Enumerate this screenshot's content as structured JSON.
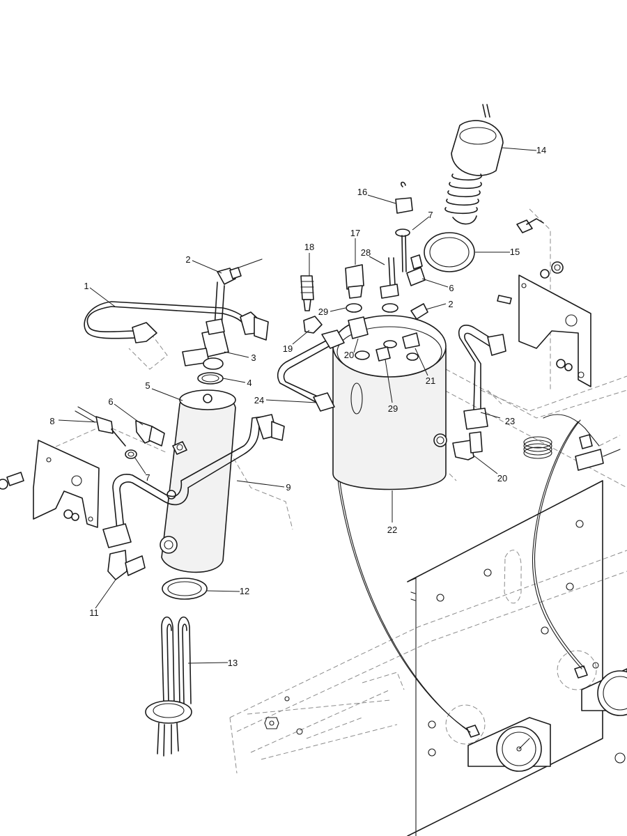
{
  "callouts": [
    {
      "id": "c1",
      "text": "1"
    },
    {
      "id": "c2a",
      "text": "2"
    },
    {
      "id": "c2b",
      "text": "2"
    },
    {
      "id": "c3",
      "text": "3"
    },
    {
      "id": "c4",
      "text": "4"
    },
    {
      "id": "c5",
      "text": "5"
    },
    {
      "id": "c6a",
      "text": "6"
    },
    {
      "id": "c6b",
      "text": "6"
    },
    {
      "id": "c7a",
      "text": "7"
    },
    {
      "id": "c7b",
      "text": "7"
    },
    {
      "id": "c8",
      "text": "8"
    },
    {
      "id": "c9",
      "text": "9"
    },
    {
      "id": "c11",
      "text": "11"
    },
    {
      "id": "c12",
      "text": "12"
    },
    {
      "id": "c13",
      "text": "13"
    },
    {
      "id": "c14",
      "text": "14"
    },
    {
      "id": "c15",
      "text": "15"
    },
    {
      "id": "c16",
      "text": "16"
    },
    {
      "id": "c17",
      "text": "17"
    },
    {
      "id": "c18",
      "text": "18"
    },
    {
      "id": "c19",
      "text": "19"
    },
    {
      "id": "c20a",
      "text": "20"
    },
    {
      "id": "c20b",
      "text": "20"
    },
    {
      "id": "c21",
      "text": "21"
    },
    {
      "id": "c22",
      "text": "22"
    },
    {
      "id": "c23",
      "text": "23"
    },
    {
      "id": "c24",
      "text": "24"
    },
    {
      "id": "c28",
      "text": "28"
    },
    {
      "id": "c29a",
      "text": "29"
    },
    {
      "id": "c29b",
      "text": "29"
    }
  ]
}
